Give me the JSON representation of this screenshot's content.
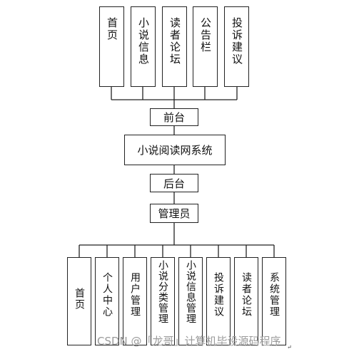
{
  "top_modules": [
    "首页",
    "小说信息",
    "读者论坛",
    "公告栏",
    "投诉建议"
  ],
  "front_label": "前台",
  "system_label": "小说阅读网系统",
  "back_label": "后台",
  "admin_label": "管理员",
  "bottom_modules": [
    "首页",
    "个人中心",
    "用户管理",
    "小说分类管理",
    "小说信息管理",
    "投诉建议",
    "读者论坛",
    "系统管理"
  ],
  "watermark": "CSDN @「龙哥」计算机毕设源码程序",
  "footnote_mark": "↵"
}
